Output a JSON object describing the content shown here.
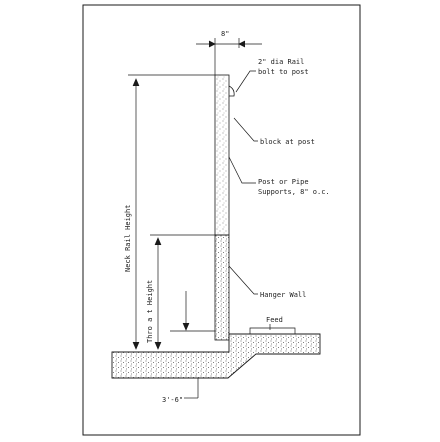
{
  "colors": {
    "ink": "#1a1a1a",
    "fill_dots": "#6a6a6a",
    "paper": "#ffffff"
  },
  "dimensions": {
    "post_width": "8\"",
    "footing_offset": "3'-6\"",
    "deck_rail_height": "Neck Rail Height",
    "throat_height": "Thro  a t Height"
  },
  "callouts": {
    "rail_bolt": [
      "2\" dia Rail",
      "bolt to post"
    ],
    "block_at_post": "block at post",
    "post_supports": [
      "Post or Pipe",
      "Supports, 8\" o.c."
    ],
    "hanger_wall": "Hanger Wall",
    "feed": "Feed"
  }
}
